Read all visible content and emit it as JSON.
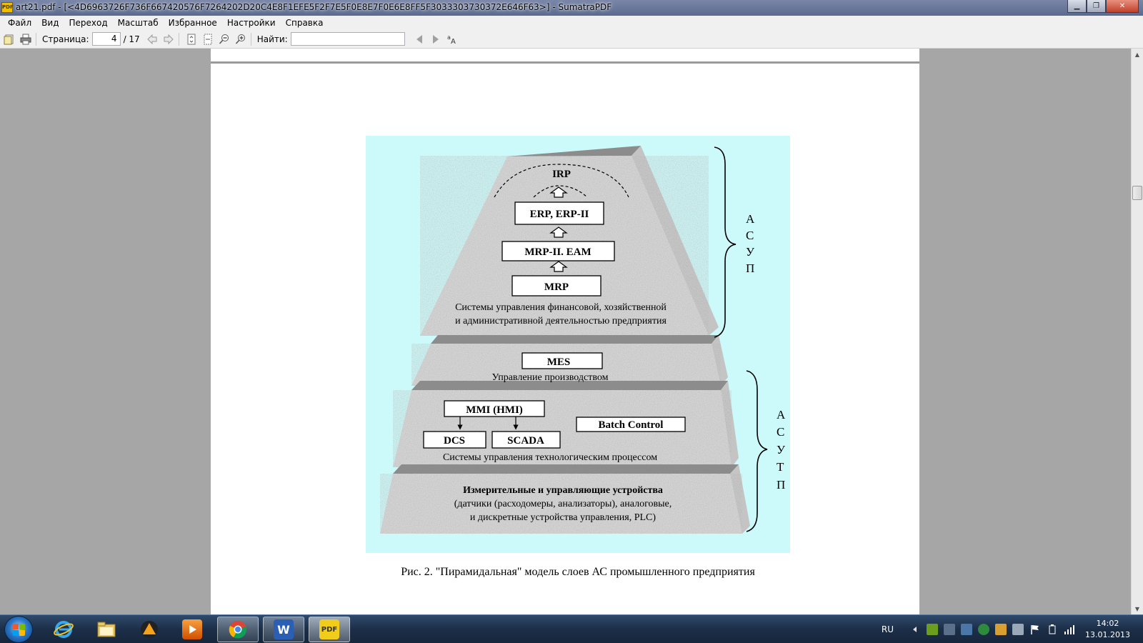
{
  "window": {
    "app_icon_label": "PDF",
    "title": "art21.pdf - [<4D6963726F736F667420576F7264202D20C4E8F1EFE5F2F7E5F0E8E7F0E6E8FF5F3033303730372E646F63>] - SumatraPDF",
    "minimize_glyph": "▁",
    "maximize_glyph": "❐",
    "close_glyph": "✕"
  },
  "menu": {
    "items": [
      "Файл",
      "Вид",
      "Переход",
      "Масштаб",
      "Избранное",
      "Настройки",
      "Справка"
    ]
  },
  "toolbar": {
    "page_label": "Страница:",
    "page_value": "4",
    "page_total": "/ 17",
    "find_label": "Найти:",
    "find_value": "",
    "icons": [
      "open-icon",
      "print-icon",
      "prev-page-icon",
      "next-page-icon",
      "fit-page-icon",
      "fit-width-icon",
      "zoom-out-icon",
      "zoom-in-icon",
      "find-prev-icon",
      "find-next-icon",
      "match-case-icon"
    ]
  },
  "document": {
    "figure": {
      "top_title": "IRP",
      "boxes": {
        "erp": "ERP, ERP-II",
        "mrp2": "MRP-II. EAM",
        "mrp": "MRP",
        "mes": "MES",
        "mmi": "MMI (HMI)",
        "dcs": "DCS",
        "scada": "SCADA",
        "batch": "Batch Control"
      },
      "layer_texts": {
        "top_line1": "Системы управления финансовой, хозяйственной",
        "top_line2": "и административной деятельностью предприятия",
        "mes_text": "Управление производством",
        "process_text": "Системы управления технологическим процессом",
        "bottom_bold": "Измерительные и управляющие устройства",
        "bottom_line2": "(датчики (расходомеры, анализаторы), аналоговые,",
        "bottom_line3": "и дискретные устройства управления, PLC)"
      },
      "brace_labels": {
        "asup": [
          "А",
          "С",
          "У",
          "П"
        ],
        "asutp": [
          "А",
          "С",
          "У",
          "Т",
          "П"
        ]
      }
    },
    "caption": "Рис. 2. \"Пирамидальная\" модель слоев АС промышленного предприятия"
  },
  "taskbar": {
    "apps": [
      "Internet Explorer",
      "Windows Explorer",
      "AIMP",
      "Media Player",
      "Google Chrome",
      "Microsoft Word",
      "SumatraPDF"
    ],
    "word_glyph": "W",
    "pdf_glyph": "PDF",
    "language": "RU",
    "time": "14:02",
    "date": "13.01.2013"
  },
  "colors": {
    "figure_bg": "#ccfafa",
    "pyramid_face": "#dcdcdc",
    "pyramid_side": "#c4c4c4",
    "pyramid_top": "#8c8c8c"
  }
}
